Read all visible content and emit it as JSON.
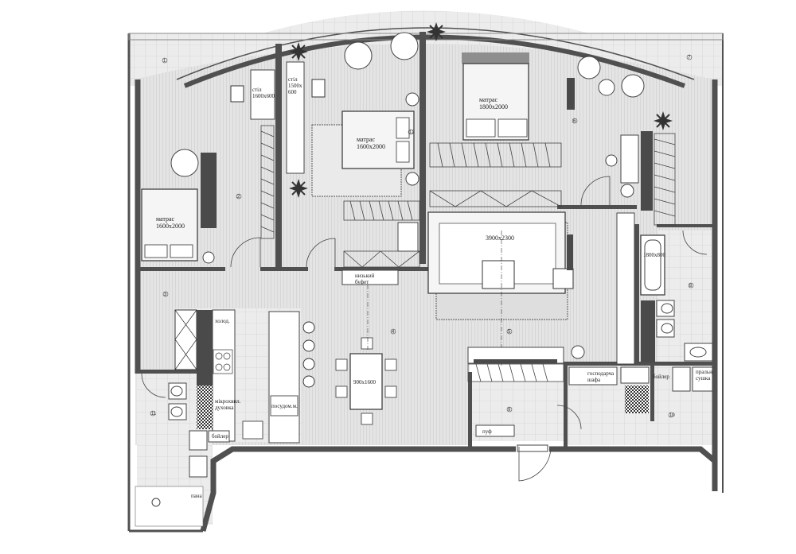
{
  "labels": {
    "bed_left": "матрас\n1600x2000",
    "bed_middle": "матрас\n1600x2000",
    "bed_right": "матрас\n1800x2000",
    "desk_left": "стіл\n1600x600",
    "desk_middle": "стіл\n1500x\n600",
    "rug_living": "3900x2300",
    "bath": "1800x800",
    "buffet": "низький\nбуфет",
    "fridge": "холод.",
    "oven": "мікрохвил.\nдуховка",
    "dishwasher": "посудом.м.",
    "boiler_left": "бойлер",
    "dining_table": "900x1600",
    "utility_closet": "господарча\nшафа",
    "boiler_right": "бойлер",
    "laundry": "пральн.\nсушка",
    "pouf": "пуф",
    "small_label": "пана"
  },
  "room_numbers": [
    "1",
    "2",
    "3",
    "4",
    "5",
    "6",
    "7",
    "8",
    "9",
    "10",
    "11",
    "12"
  ],
  "colors": {
    "wall": "#505050",
    "floor_wood": "#d4d4d4",
    "tile": "#e8e8e8",
    "furniture": "#f5f5f5",
    "dark": "#4a4a4a"
  }
}
